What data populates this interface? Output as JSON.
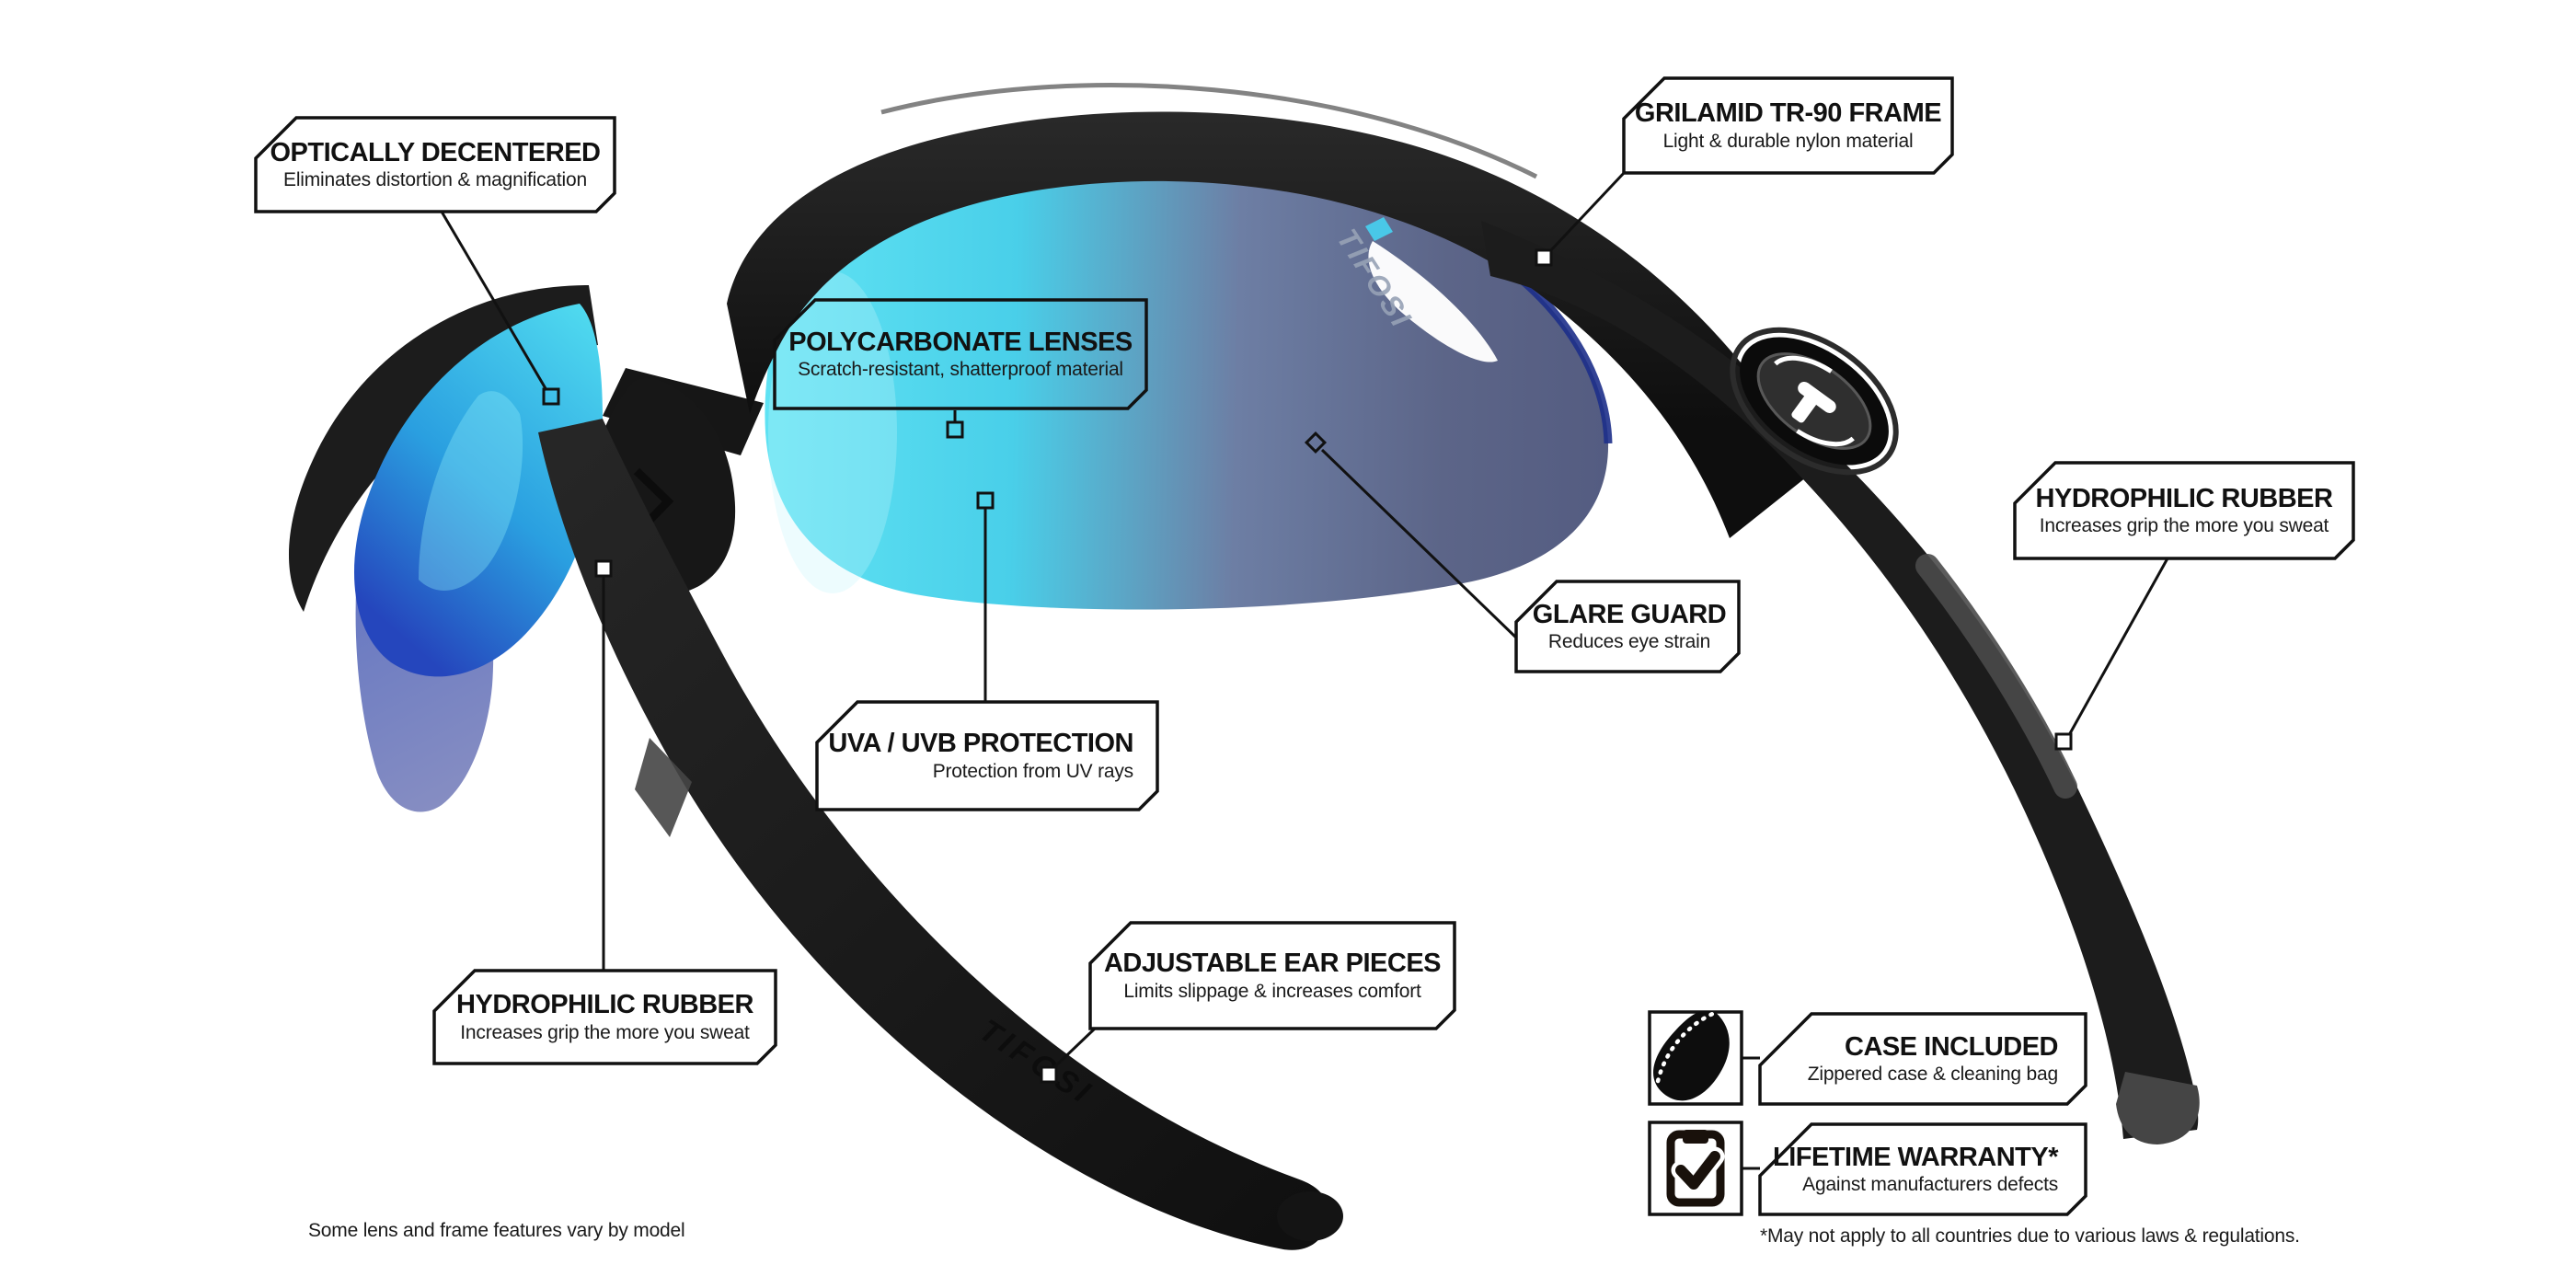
{
  "product": {
    "brand": "Tifosi",
    "lens_logo": "TIFOSI",
    "temple_logo": "TIFOSI"
  },
  "colors": {
    "line": "#111111",
    "frame_black": "#1a1a1a",
    "lens_cyan": "#49d6ef",
    "lens_slate": "#5a6387",
    "lens_deep_blue": "#1c3fb0",
    "logo_grey": "#97a2b6",
    "accent_grey": "#474747"
  },
  "callouts": {
    "optically_decentered": {
      "title": "OPTICALLY DECENTERED",
      "subtitle": "Eliminates distortion & magnification"
    },
    "grilamid": {
      "title": "GRILAMID TR-90 FRAME",
      "subtitle": "Light & durable nylon material"
    },
    "polycarbonate": {
      "title": "POLYCARBONATE LENSES",
      "subtitle": "Scratch-resistant, shatterproof material"
    },
    "uva_uvb": {
      "title": "UVA / UVB PROTECTION",
      "subtitle": "Protection from UV rays"
    },
    "glare_guard": {
      "title": "GLARE GUARD",
      "subtitle": "Reduces eye strain"
    },
    "hydrophilic_right": {
      "title": "HYDROPHILIC RUBBER",
      "subtitle": "Increases grip the more you sweat"
    },
    "hydrophilic_left": {
      "title": "HYDROPHILIC RUBBER",
      "subtitle": "Increases grip the more you sweat"
    },
    "adjustable_ear": {
      "title": "ADJUSTABLE EAR PIECES",
      "subtitle": "Limits slippage & increases comfort"
    },
    "case_included": {
      "title": "CASE INCLUDED",
      "subtitle": "Zippered case & cleaning bag",
      "icon": "case-icon"
    },
    "lifetime_warranty": {
      "title": "LIFETIME WARRANTY*",
      "subtitle": "Against manufacturers defects",
      "icon": "clipboard-check-icon"
    }
  },
  "footnotes": {
    "left": "Some lens and frame features vary by model",
    "right": "*May not apply to all countries due to various laws & regulations."
  }
}
